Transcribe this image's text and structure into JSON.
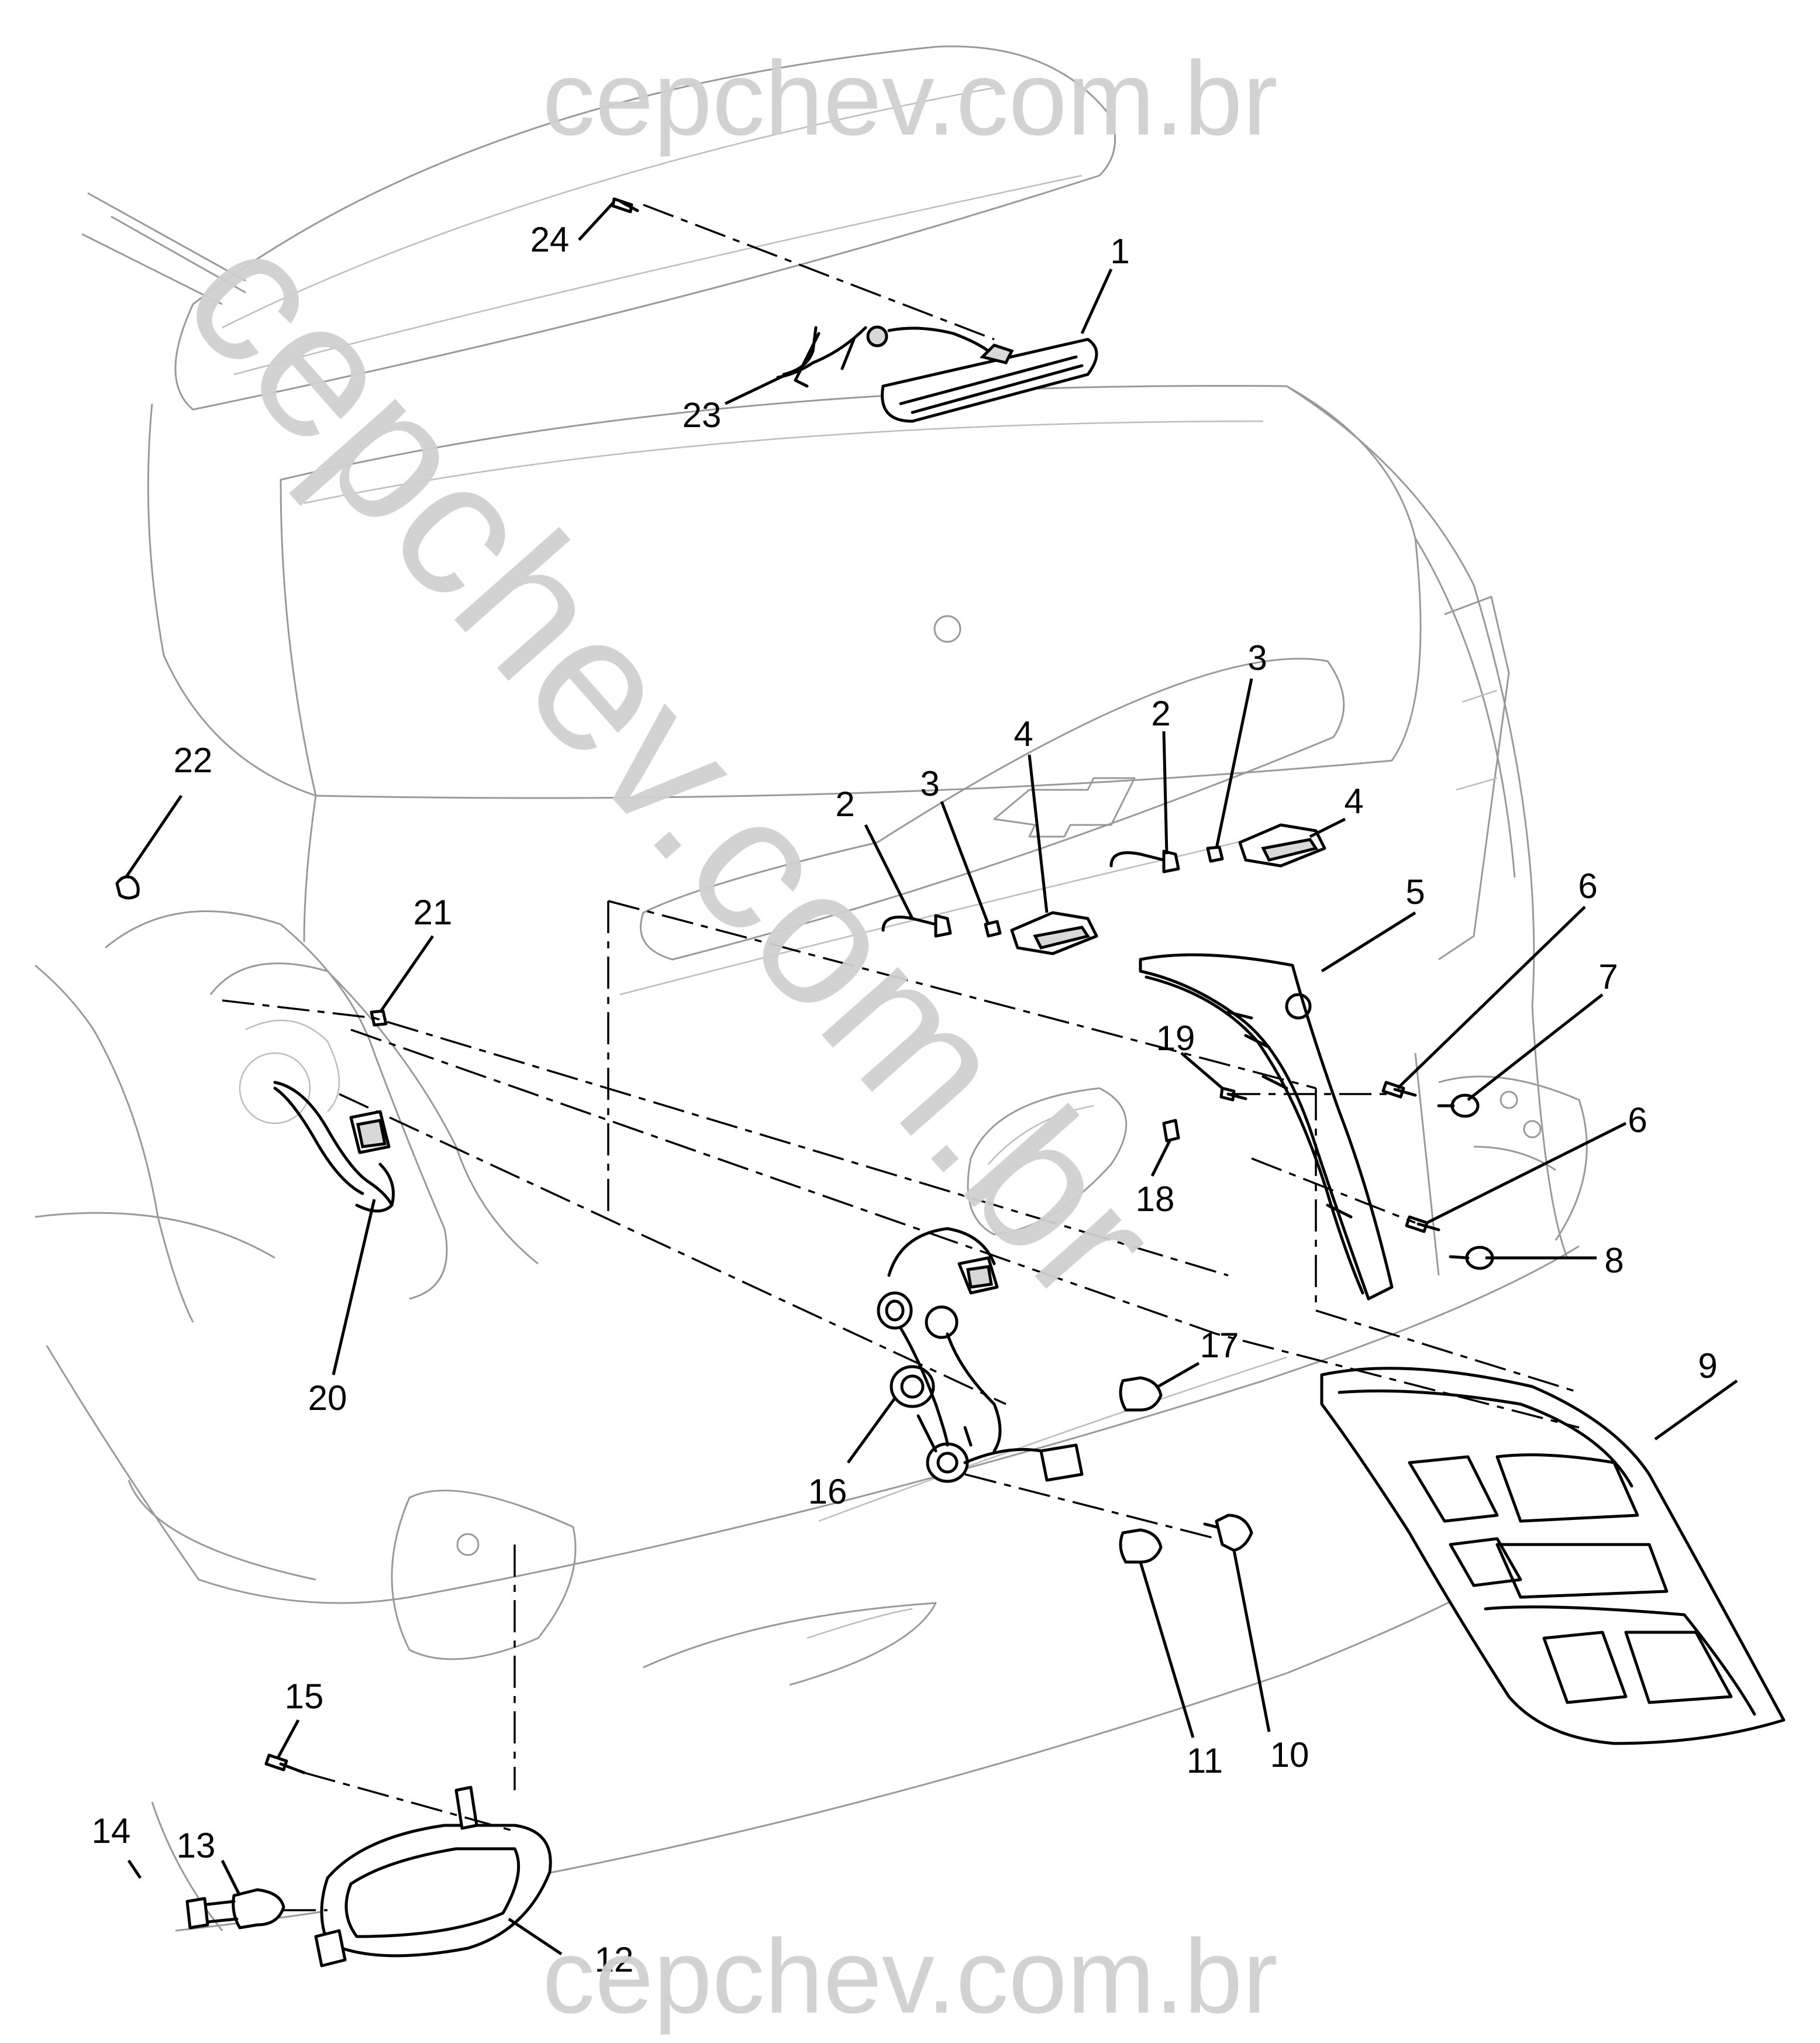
{
  "watermark": {
    "top": "cepchev.com.br",
    "bottom": "cepchev.com.br",
    "diagonal": "cepchev.com.br"
  },
  "callouts": [
    {
      "id": "c1",
      "label": "1"
    },
    {
      "id": "c2a",
      "label": "2"
    },
    {
      "id": "c2b",
      "label": "2"
    },
    {
      "id": "c3a",
      "label": "3"
    },
    {
      "id": "c3b",
      "label": "3"
    },
    {
      "id": "c4a",
      "label": "4"
    },
    {
      "id": "c4b",
      "label": "4"
    },
    {
      "id": "c5",
      "label": "5"
    },
    {
      "id": "c6a",
      "label": "6"
    },
    {
      "id": "c6b",
      "label": "6"
    },
    {
      "id": "c7",
      "label": "7"
    },
    {
      "id": "c8",
      "label": "8"
    },
    {
      "id": "c9",
      "label": "9"
    },
    {
      "id": "c10",
      "label": "10"
    },
    {
      "id": "c11",
      "label": "11"
    },
    {
      "id": "c12",
      "label": "12"
    },
    {
      "id": "c13",
      "label": "13"
    },
    {
      "id": "c14",
      "label": "14"
    },
    {
      "id": "c15",
      "label": "15"
    },
    {
      "id": "c16",
      "label": "16"
    },
    {
      "id": "c17",
      "label": "17"
    },
    {
      "id": "c18",
      "label": "18"
    },
    {
      "id": "c19",
      "label": "19"
    },
    {
      "id": "c20",
      "label": "20"
    },
    {
      "id": "c21",
      "label": "21"
    },
    {
      "id": "c22",
      "label": "22"
    },
    {
      "id": "c23",
      "label": "23"
    },
    {
      "id": "c24",
      "label": "24"
    }
  ]
}
